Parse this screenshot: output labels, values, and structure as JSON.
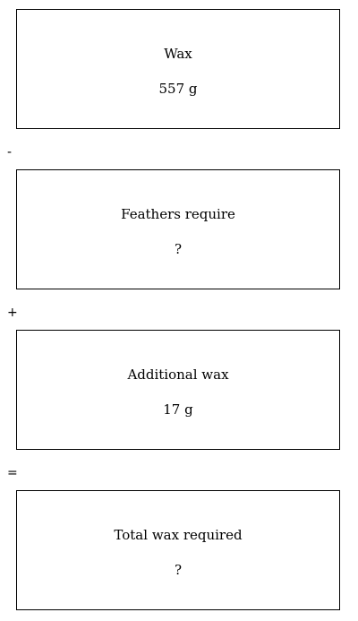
{
  "boxes": [
    {
      "label": "Wax",
      "value": "557 g"
    },
    {
      "label": "Feathers require",
      "value": "?"
    },
    {
      "label": "Additional wax",
      "value": "17 g"
    },
    {
      "label": "Total wax required",
      "value": "?"
    }
  ],
  "operators": [
    "-",
    "+",
    "="
  ]
}
